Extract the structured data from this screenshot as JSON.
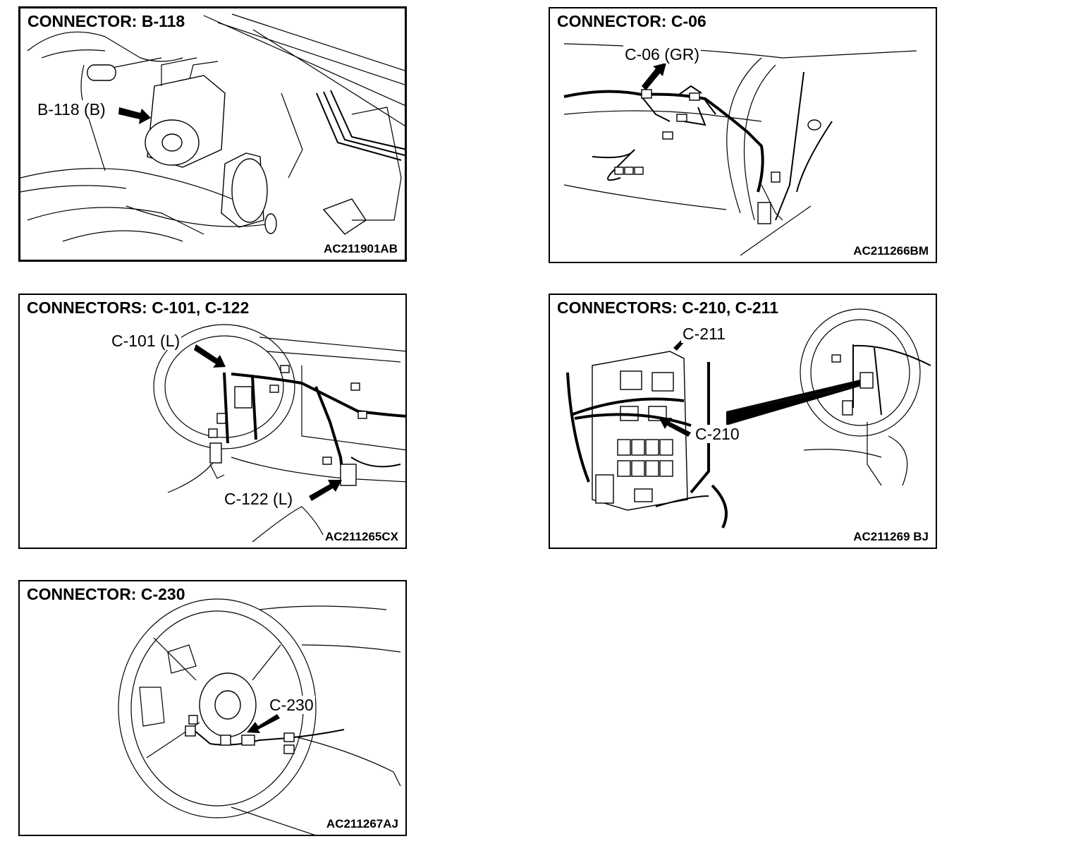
{
  "panels": [
    {
      "title": "CONNECTOR: B-118",
      "callouts": [
        "B-118 (B)"
      ],
      "code": "AC211901AB"
    },
    {
      "title": "CONNECTOR: C-06",
      "callouts": [
        "C-06 (GR)"
      ],
      "code": "AC211266BM"
    },
    {
      "title": "CONNECTORS: C-101, C-122",
      "callouts": [
        "C-101 (L)",
        "C-122 (L)"
      ],
      "code": "AC211265CX"
    },
    {
      "title": "CONNECTORS: C-210, C-211",
      "callouts": [
        "C-211",
        "C-210"
      ],
      "code": "AC211269 BJ"
    },
    {
      "title": "CONNECTOR: C-230",
      "callouts": [
        "C-230"
      ],
      "code": "AC211267AJ"
    }
  ]
}
